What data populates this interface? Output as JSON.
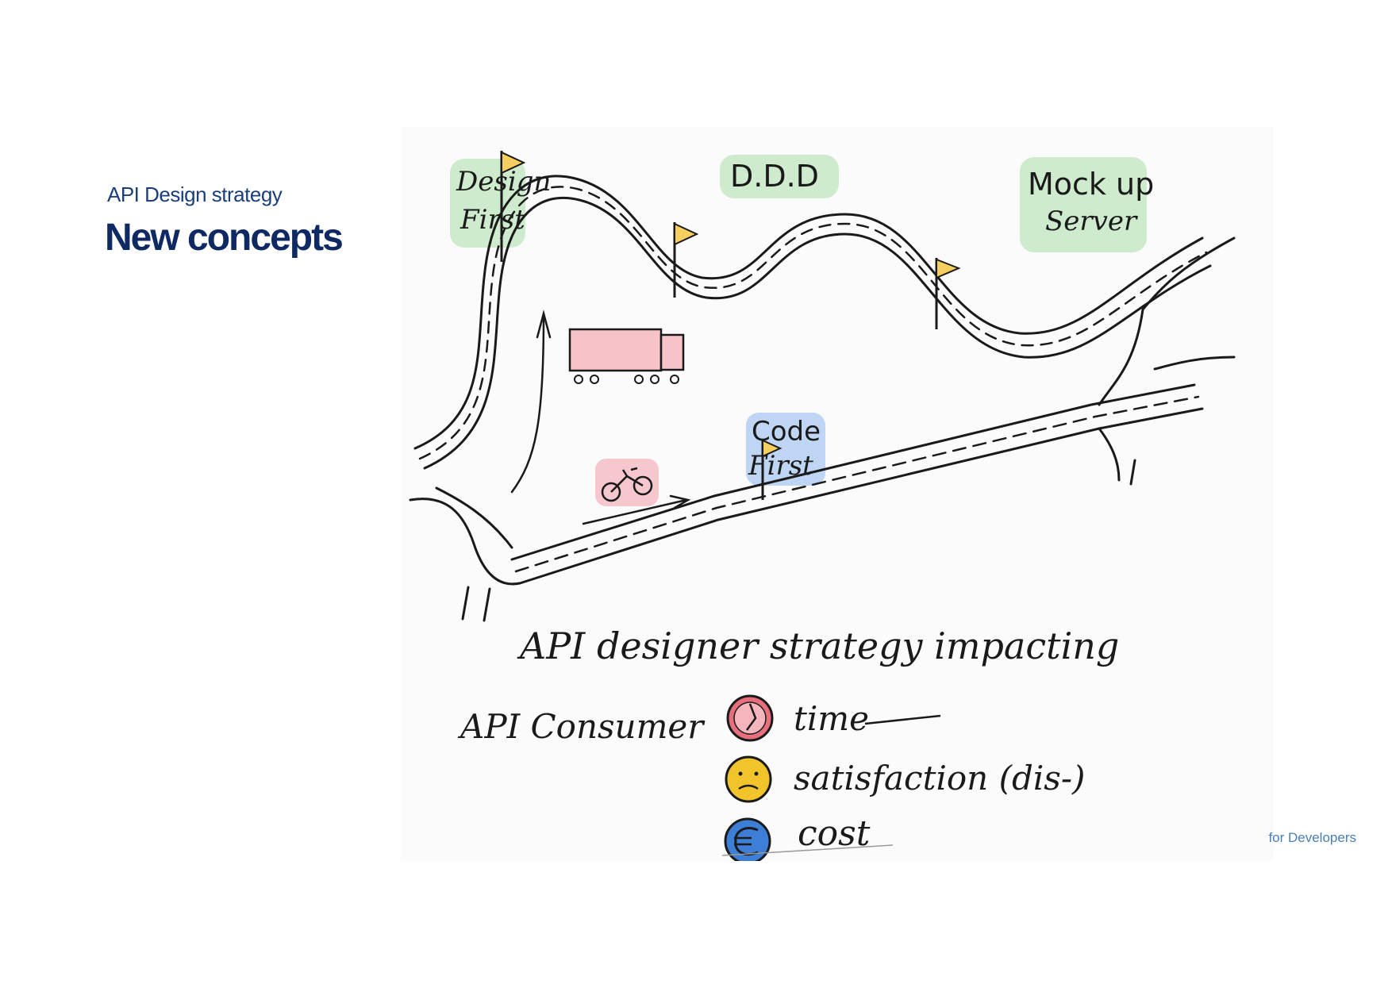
{
  "header": {
    "kicker": "API Design strategy",
    "title": "New concepts"
  },
  "footer": {
    "text": "for Developers"
  },
  "diagram": {
    "milestones": {
      "design_first": [
        "Design",
        "First"
      ],
      "ddd": "D.D.D",
      "mockup_server": [
        "Mock up",
        "Server"
      ],
      "code_first": [
        "Code",
        "First"
      ]
    },
    "caption": {
      "line1": "API designer strategy impacting",
      "line2": "API Consumer"
    },
    "impacts": [
      {
        "label": "time",
        "icon": "clock-icon",
        "color": "#e8707c"
      },
      {
        "label": "satisfaction (dis-)",
        "icon": "unhappy-face-icon",
        "color": "#f2c42c"
      },
      {
        "label": "cost",
        "icon": "euro-icon",
        "color": "#3d7fd6"
      }
    ],
    "colors": {
      "highlight_green": "#bfe5bf",
      "highlight_blue": "#a9c8f0",
      "highlight_red": "#f4b5bd",
      "flag": "#f5d060",
      "ink": "#1a1a1a"
    }
  }
}
